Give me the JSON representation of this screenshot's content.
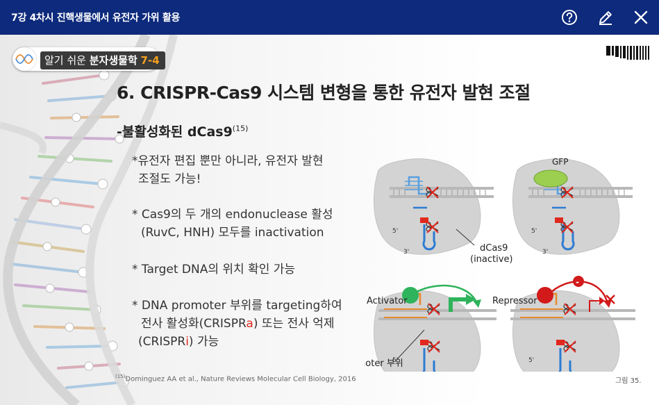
{
  "window": {
    "title": "7강 4차시 진핵생물에서 유전자 가위 활용"
  },
  "toolbar": {
    "help_icon": "help-circle-icon",
    "edit_icon": "pencil-icon",
    "close_icon": "close-icon"
  },
  "slide": {
    "logo_text": "알기 쉬운",
    "logo_bold": "분자생물학",
    "logo_num": "7-4",
    "heading": "6. CRISPR-Cas9 시스템 변형을 통한 유전자 발현 조절",
    "subheading": "-불활성화된 dCas9",
    "subheading_ref": "(15)",
    "bullets": [
      {
        "l1": "*유전자 편집 뿐만 아니라, 유전자 발현",
        "l2": "조절도 가능!"
      },
      {
        "l1": "* Cas9의 두 개의 endonuclease 활성",
        "l2": "(RuvC, HNH) 모두를 inactivation"
      },
      {
        "l1": "* Target DNA의 위치 확인 가능"
      },
      {
        "l1": "* DNA promoter 부위를 targeting하여",
        "l2a": "전사 활성화(CRISPR",
        "l2a_red": "a",
        "l2b": ") 또는 전사 억제",
        "l3a": "(CRISPR",
        "l3a_red": "i",
        "l3b": ") 가능"
      }
    ],
    "figure": {
      "gfp": "GFP",
      "dcas9": "dCas9",
      "inactive": "(inactive)",
      "activator": "Activator",
      "repressor": "Repressor",
      "promoter": "Promoter 부위",
      "five": "5'",
      "three": "3'",
      "minus": "-"
    },
    "reference_num": "(15)",
    "reference": "Dominguez AA et al., Nature Reviews Molecular Cell Biology, 2016",
    "figure_no": "그림 35."
  },
  "colors": {
    "topbar": "#0d2a7c",
    "accent_red": "#e0281e",
    "logo_orange": "#f3a020",
    "dna_blue": "#4a8fd6",
    "dna_orange": "#e8892b"
  }
}
